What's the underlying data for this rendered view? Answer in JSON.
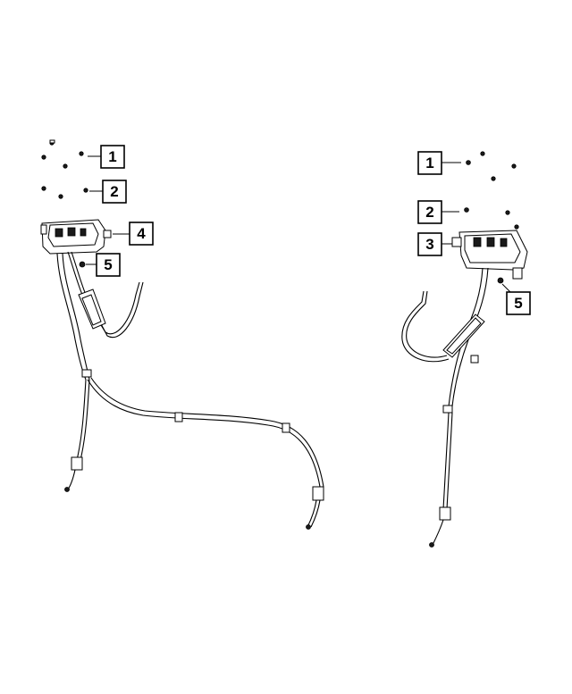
{
  "callouts": {
    "left": [
      {
        "id": "left-1",
        "label": "1"
      },
      {
        "id": "left-2",
        "label": "2"
      },
      {
        "id": "left-4",
        "label": "4"
      },
      {
        "id": "left-5",
        "label": "5"
      }
    ],
    "right": [
      {
        "id": "right-1",
        "label": "1"
      },
      {
        "id": "right-2",
        "label": "2"
      },
      {
        "id": "right-3",
        "label": "3"
      },
      {
        "id": "right-5",
        "label": "5"
      }
    ]
  },
  "colors": {
    "line": "#000000",
    "background": "#ffffff"
  }
}
